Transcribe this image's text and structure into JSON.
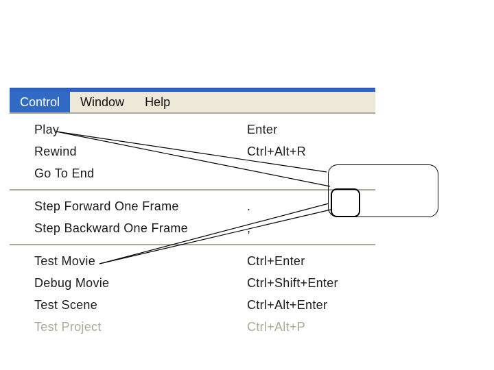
{
  "menubar": {
    "items": [
      {
        "label": "Control",
        "selected": true
      },
      {
        "label": "Window",
        "selected": false
      },
      {
        "label": "Help",
        "selected": false
      }
    ]
  },
  "menu": {
    "groups": [
      {
        "items": [
          {
            "label": "Play",
            "shortcut": "Enter",
            "enabled": true
          },
          {
            "label": "Rewind",
            "shortcut": "Ctrl+Alt+R",
            "enabled": true
          },
          {
            "label": "Go To End",
            "shortcut": "",
            "enabled": true
          }
        ]
      },
      {
        "items": [
          {
            "label": "Step Forward One Frame",
            "shortcut": ".",
            "enabled": true
          },
          {
            "label": "Step Backward One Frame",
            "shortcut": ",",
            "enabled": true
          }
        ]
      },
      {
        "items": [
          {
            "label": "Test Movie",
            "shortcut": "Ctrl+Enter",
            "enabled": true
          },
          {
            "label": "Debug Movie",
            "shortcut": "Ctrl+Shift+Enter",
            "enabled": true
          },
          {
            "label": "Test Scene",
            "shortcut": "Ctrl+Alt+Enter",
            "enabled": true
          },
          {
            "label": "Test Project",
            "shortcut": "Ctrl+Alt+P",
            "enabled": false
          }
        ]
      }
    ]
  },
  "annotation": {
    "shape": "rounded-rectangle-callout",
    "leader_sources": [
      "Play",
      "Test Movie"
    ]
  },
  "colors": {
    "selection_blue": "#316AC5",
    "title_strip_blue": "#2E63C6",
    "menubar_bg": "#ECE9D8",
    "separator_gray": "#ACA899",
    "disabled_text": "#ACA899",
    "menu_bg": "#FFFFFF"
  }
}
